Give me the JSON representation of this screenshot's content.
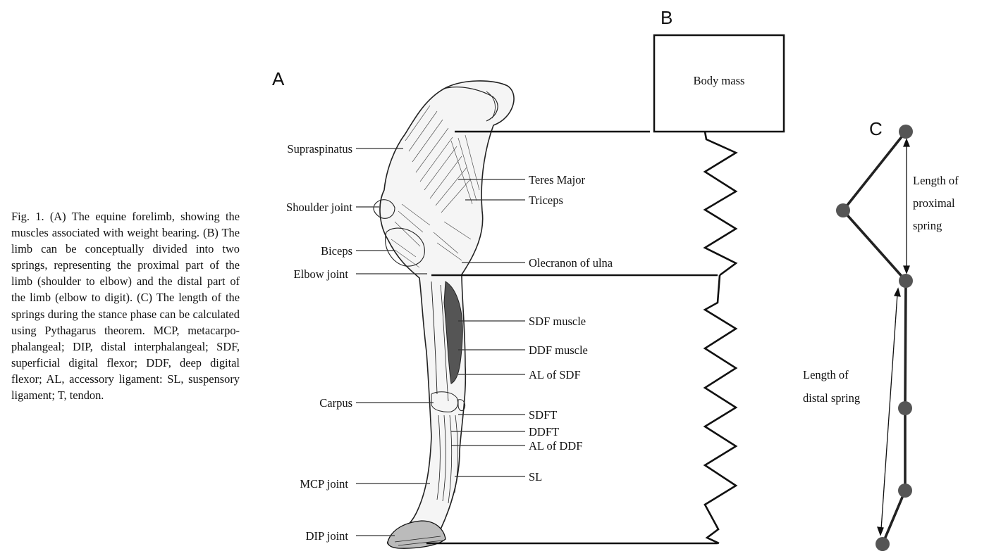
{
  "caption": "Fig. 1. (A) The equine forelimb, showing the muscles associated with weight bearing. (B) The limb can be conceptually divided into two springs, representing the proximal part of the limb (shoulder to elbow) and the distal part of the limb (elbow to digit). (C) The length of the springs during the stance phase can be calculated using Pythagarus theorem. MCP, metacarpo-phalangeal; DIP, distal interphalangeal; SDF, superficial digital flexor; DDF, deep digital flexor; AL, accessory ligament: SL, suspensory ligament; T, tendon.",
  "panels": {
    "a": "A",
    "b": "B",
    "c": "C"
  },
  "left_labels": {
    "supraspinatus": "Supraspinatus",
    "shoulder_joint": "Shoulder joint",
    "biceps": "Biceps",
    "elbow_joint": "Elbow joint",
    "carpus": "Carpus",
    "mcp_joint": "MCP joint",
    "dip_joint": "DIP joint"
  },
  "right_labels": {
    "teres_major": "Teres Major",
    "triceps": "Triceps",
    "olecranon": "Olecranon of ulna",
    "sdf_muscle": "SDF muscle",
    "ddf_muscle": "DDF muscle",
    "al_sdf": "AL of SDF",
    "sdft": "SDFT",
    "ddft": "DDFT",
    "al_ddf": "AL of DDF",
    "sl": "SL"
  },
  "body_mass": "Body mass",
  "proximal": [
    "Length of",
    "proximal",
    "spring"
  ],
  "distal": [
    "Length of",
    "distal spring"
  ]
}
